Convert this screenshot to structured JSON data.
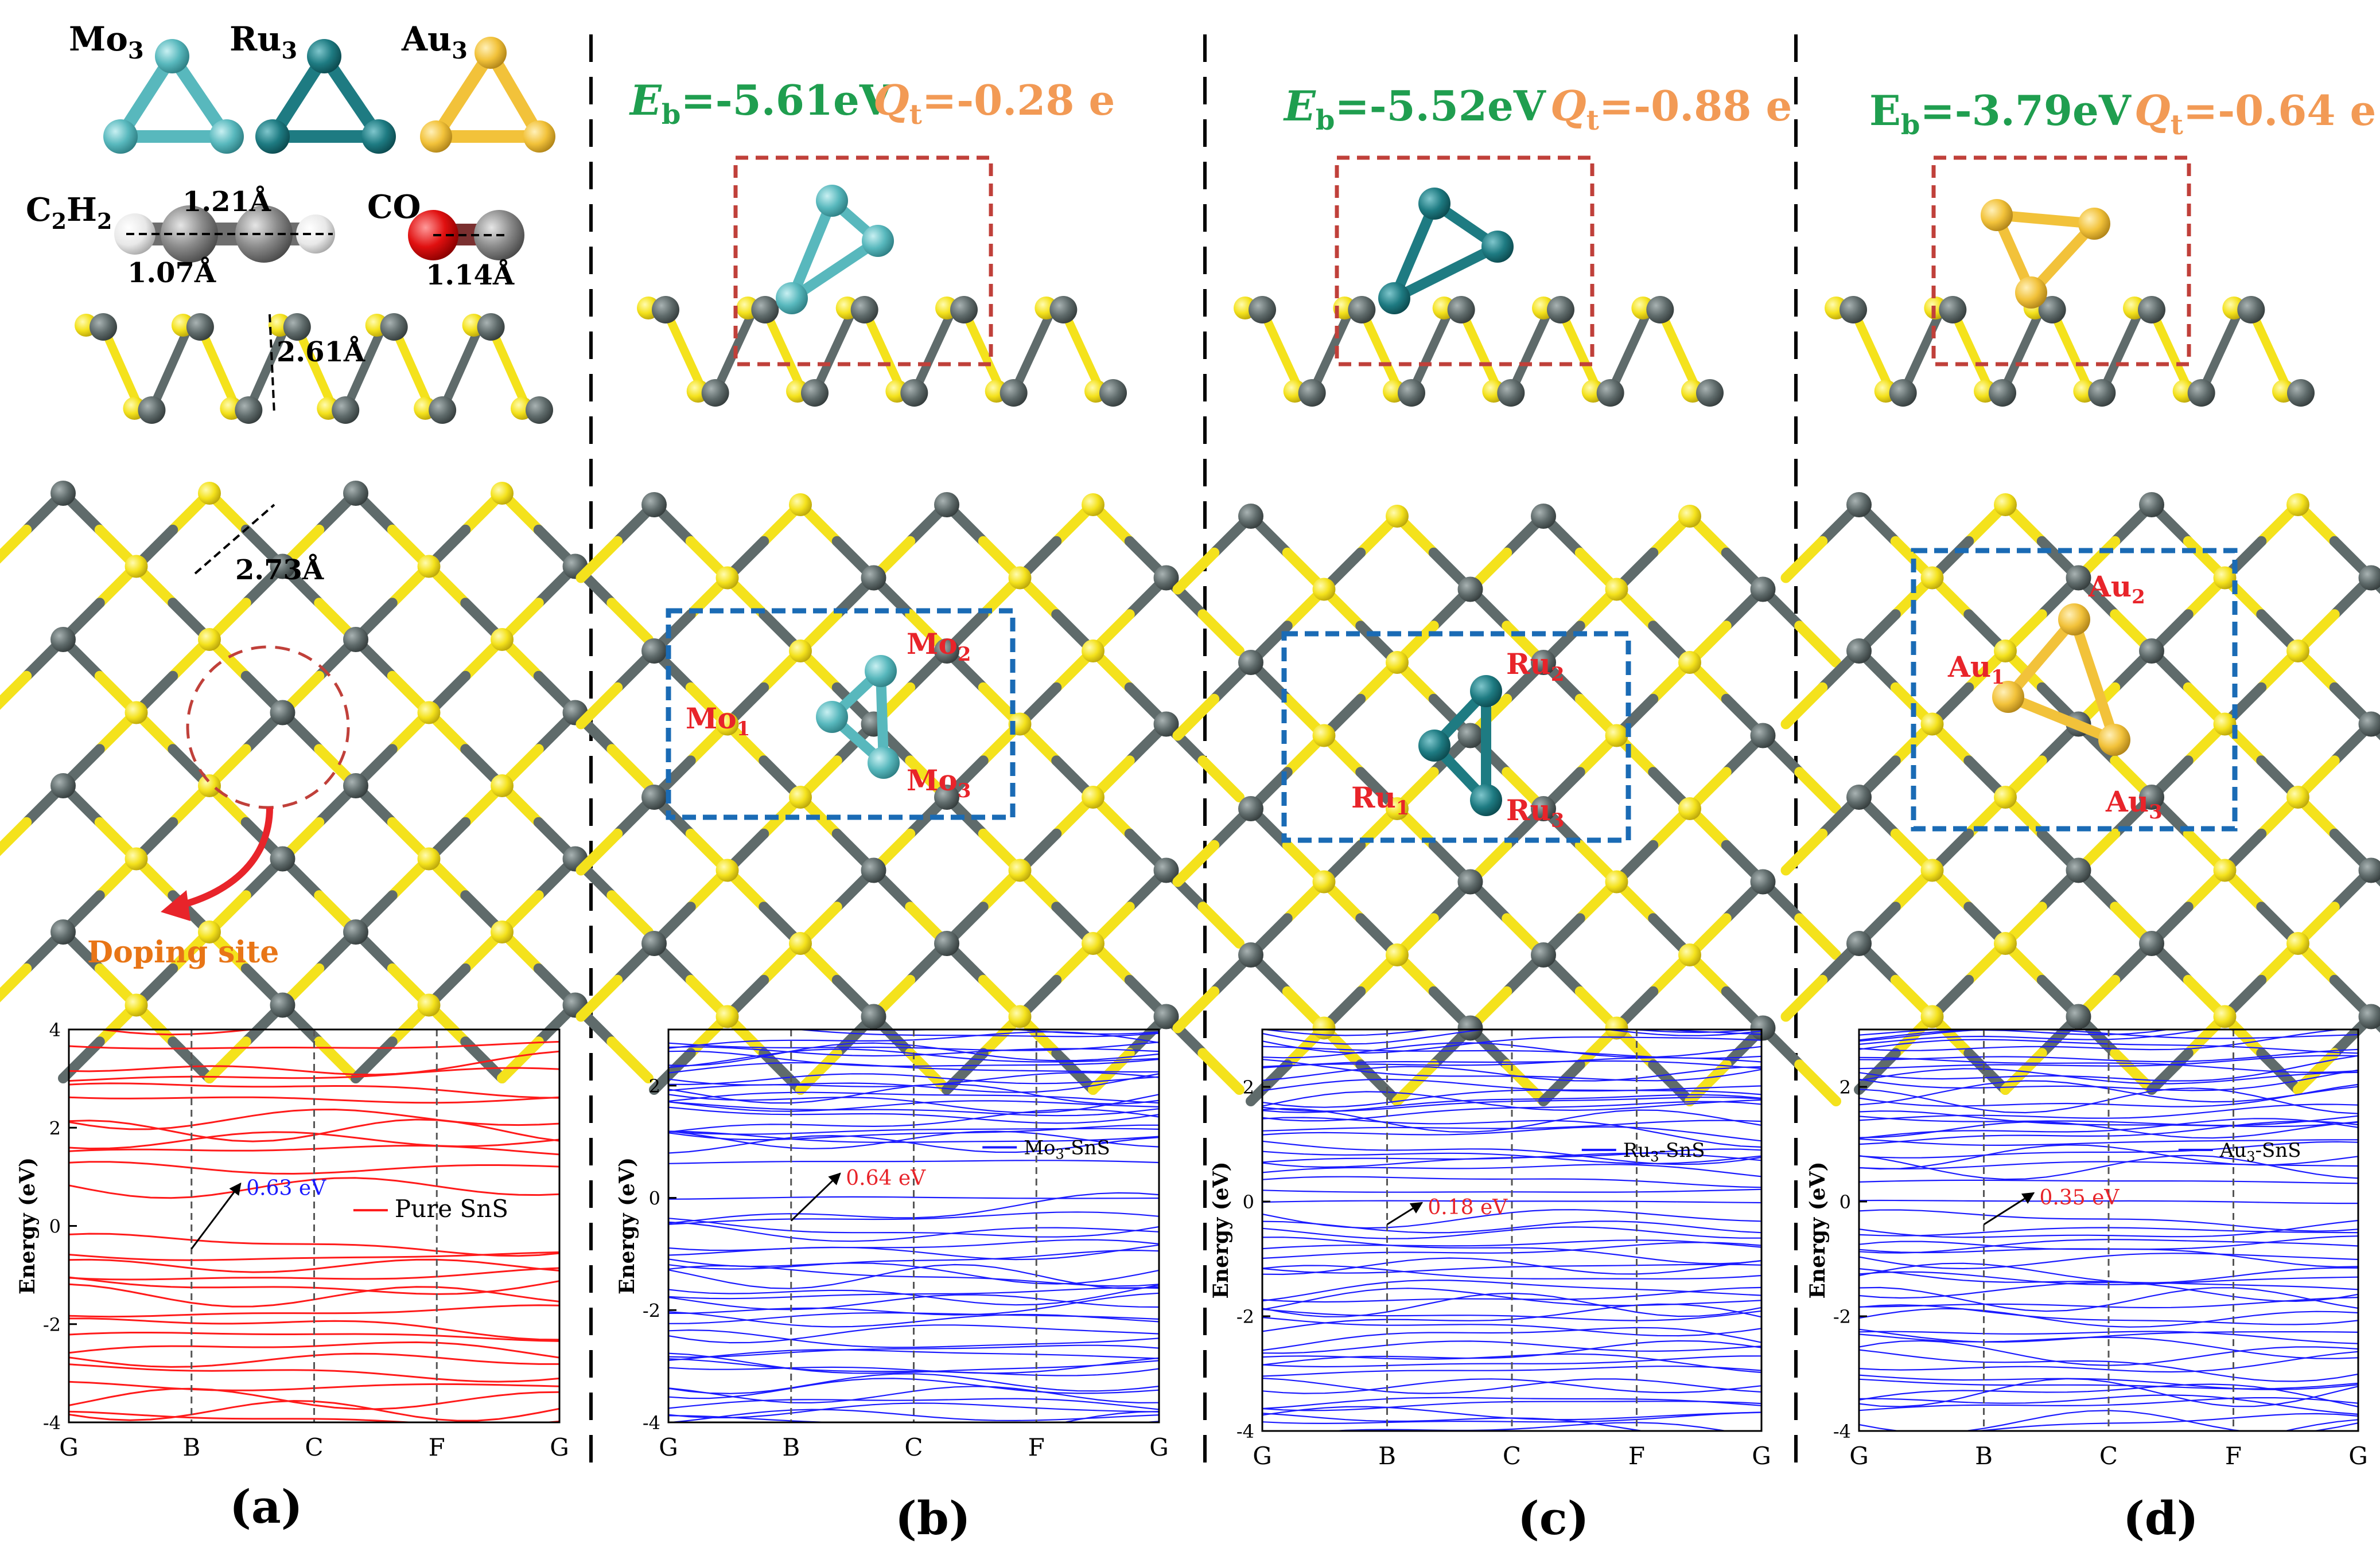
{
  "colors": {
    "sn": "#5f6b6b",
    "s": "#f4e21c",
    "mo": "#58b8bd",
    "ru": "#1e7b82",
    "au": "#f2c23a",
    "energy": "#1f9e4f",
    "charge": "#f29a55",
    "label_red": "#e8242a",
    "box_red": "#c0403a",
    "box_blue": "#1a6bb5",
    "band_pure": "#ff1a1a",
    "band_doped": "#1a1aff"
  },
  "panel_a": {
    "clusters": [
      {
        "label": "Mo",
        "sub": "3",
        "metal": "mo"
      },
      {
        "label": "Ru",
        "sub": "3",
        "metal": "ru"
      },
      {
        "label": "Au",
        "sub": "3",
        "metal": "au"
      }
    ],
    "c2h2_label": "C",
    "c2h2_sub1": "2",
    "c2h2_mid": "H",
    "c2h2_sub2": "2",
    "c2h2_bond_cc": "1.21Å",
    "c2h2_bond_ch": "1.07Å",
    "co_label": "CO",
    "co_bond": "1.14Å",
    "side_bond": "2.61Å",
    "top_bond": "2.73Å",
    "doping_label": "Doping site",
    "letter": "(a)"
  },
  "panels": [
    {
      "id": "b",
      "eb_prefix": "E",
      "eb_sub": "b",
      "eb_value": "=-5.61eV",
      "qt_prefix": "Q",
      "qt_sub": "t",
      "qt_value": "=-0.28 e",
      "metal": "mo",
      "atom_prefix": "Mo",
      "atom_subs": [
        "1",
        "2",
        "3"
      ],
      "letter": "(b)"
    },
    {
      "id": "c",
      "eb_prefix": "E",
      "eb_sub": "b",
      "eb_value": "=-5.52eV",
      "qt_prefix": "Q",
      "qt_sub": "t",
      "qt_value": "=-0.88 e",
      "metal": "ru",
      "atom_prefix": "Ru",
      "atom_subs": [
        "1",
        "2",
        "3"
      ],
      "letter": "(c)"
    },
    {
      "id": "d",
      "eb_prefix": "E",
      "eb_sub": "b",
      "eb_value": "=-3.79eV",
      "qt_prefix": "Q",
      "qt_sub": "t",
      "qt_value": "=-0.64 e",
      "metal": "au",
      "atom_prefix": "Au",
      "atom_subs": [
        "1",
        "2",
        "3"
      ],
      "letter": "(d)"
    }
  ],
  "chart_data": [
    {
      "type": "line",
      "ylabel": "Energy (eV)",
      "ylim": [
        -4,
        4
      ],
      "yticks": [
        -4,
        -2,
        0,
        2,
        4
      ],
      "kpoints": [
        "G",
        "B",
        "C",
        "F",
        "G"
      ],
      "legend": "Pure SnS",
      "gap_label": "0.63 eV",
      "gap_value": 0.63,
      "color": "#ff1a1a"
    },
    {
      "type": "line",
      "ylabel": "Energy (eV)",
      "ylim": [
        -4,
        3
      ],
      "yticks": [
        -4,
        -2,
        0,
        2
      ],
      "kpoints": [
        "G",
        "B",
        "C",
        "F",
        "G"
      ],
      "legend_prefix": "Mo",
      "legend_sub": "3",
      "legend_suffix": "-SnS",
      "gap_label": "0.64 eV",
      "gap_value": 0.64,
      "color": "#1a1aff"
    },
    {
      "type": "line",
      "ylabel": "Energy (eV)",
      "ylim": [
        -4,
        3
      ],
      "yticks": [
        -4,
        -2,
        0,
        2
      ],
      "kpoints": [
        "G",
        "B",
        "C",
        "F",
        "G"
      ],
      "legend_prefix": "Ru",
      "legend_sub": "3",
      "legend_suffix": "-SnS",
      "gap_label": "0.18 eV",
      "gap_value": 0.18,
      "color": "#1a1aff"
    },
    {
      "type": "line",
      "ylabel": "Energy (eV)",
      "ylim": [
        -4,
        3
      ],
      "yticks": [
        -4,
        -2,
        0,
        2
      ],
      "kpoints": [
        "G",
        "B",
        "C",
        "F",
        "G"
      ],
      "legend_prefix": "Au",
      "legend_sub": "3",
      "legend_suffix": "-SnS",
      "gap_label": "0.35 eV",
      "gap_value": 0.35,
      "color": "#1a1aff"
    }
  ]
}
